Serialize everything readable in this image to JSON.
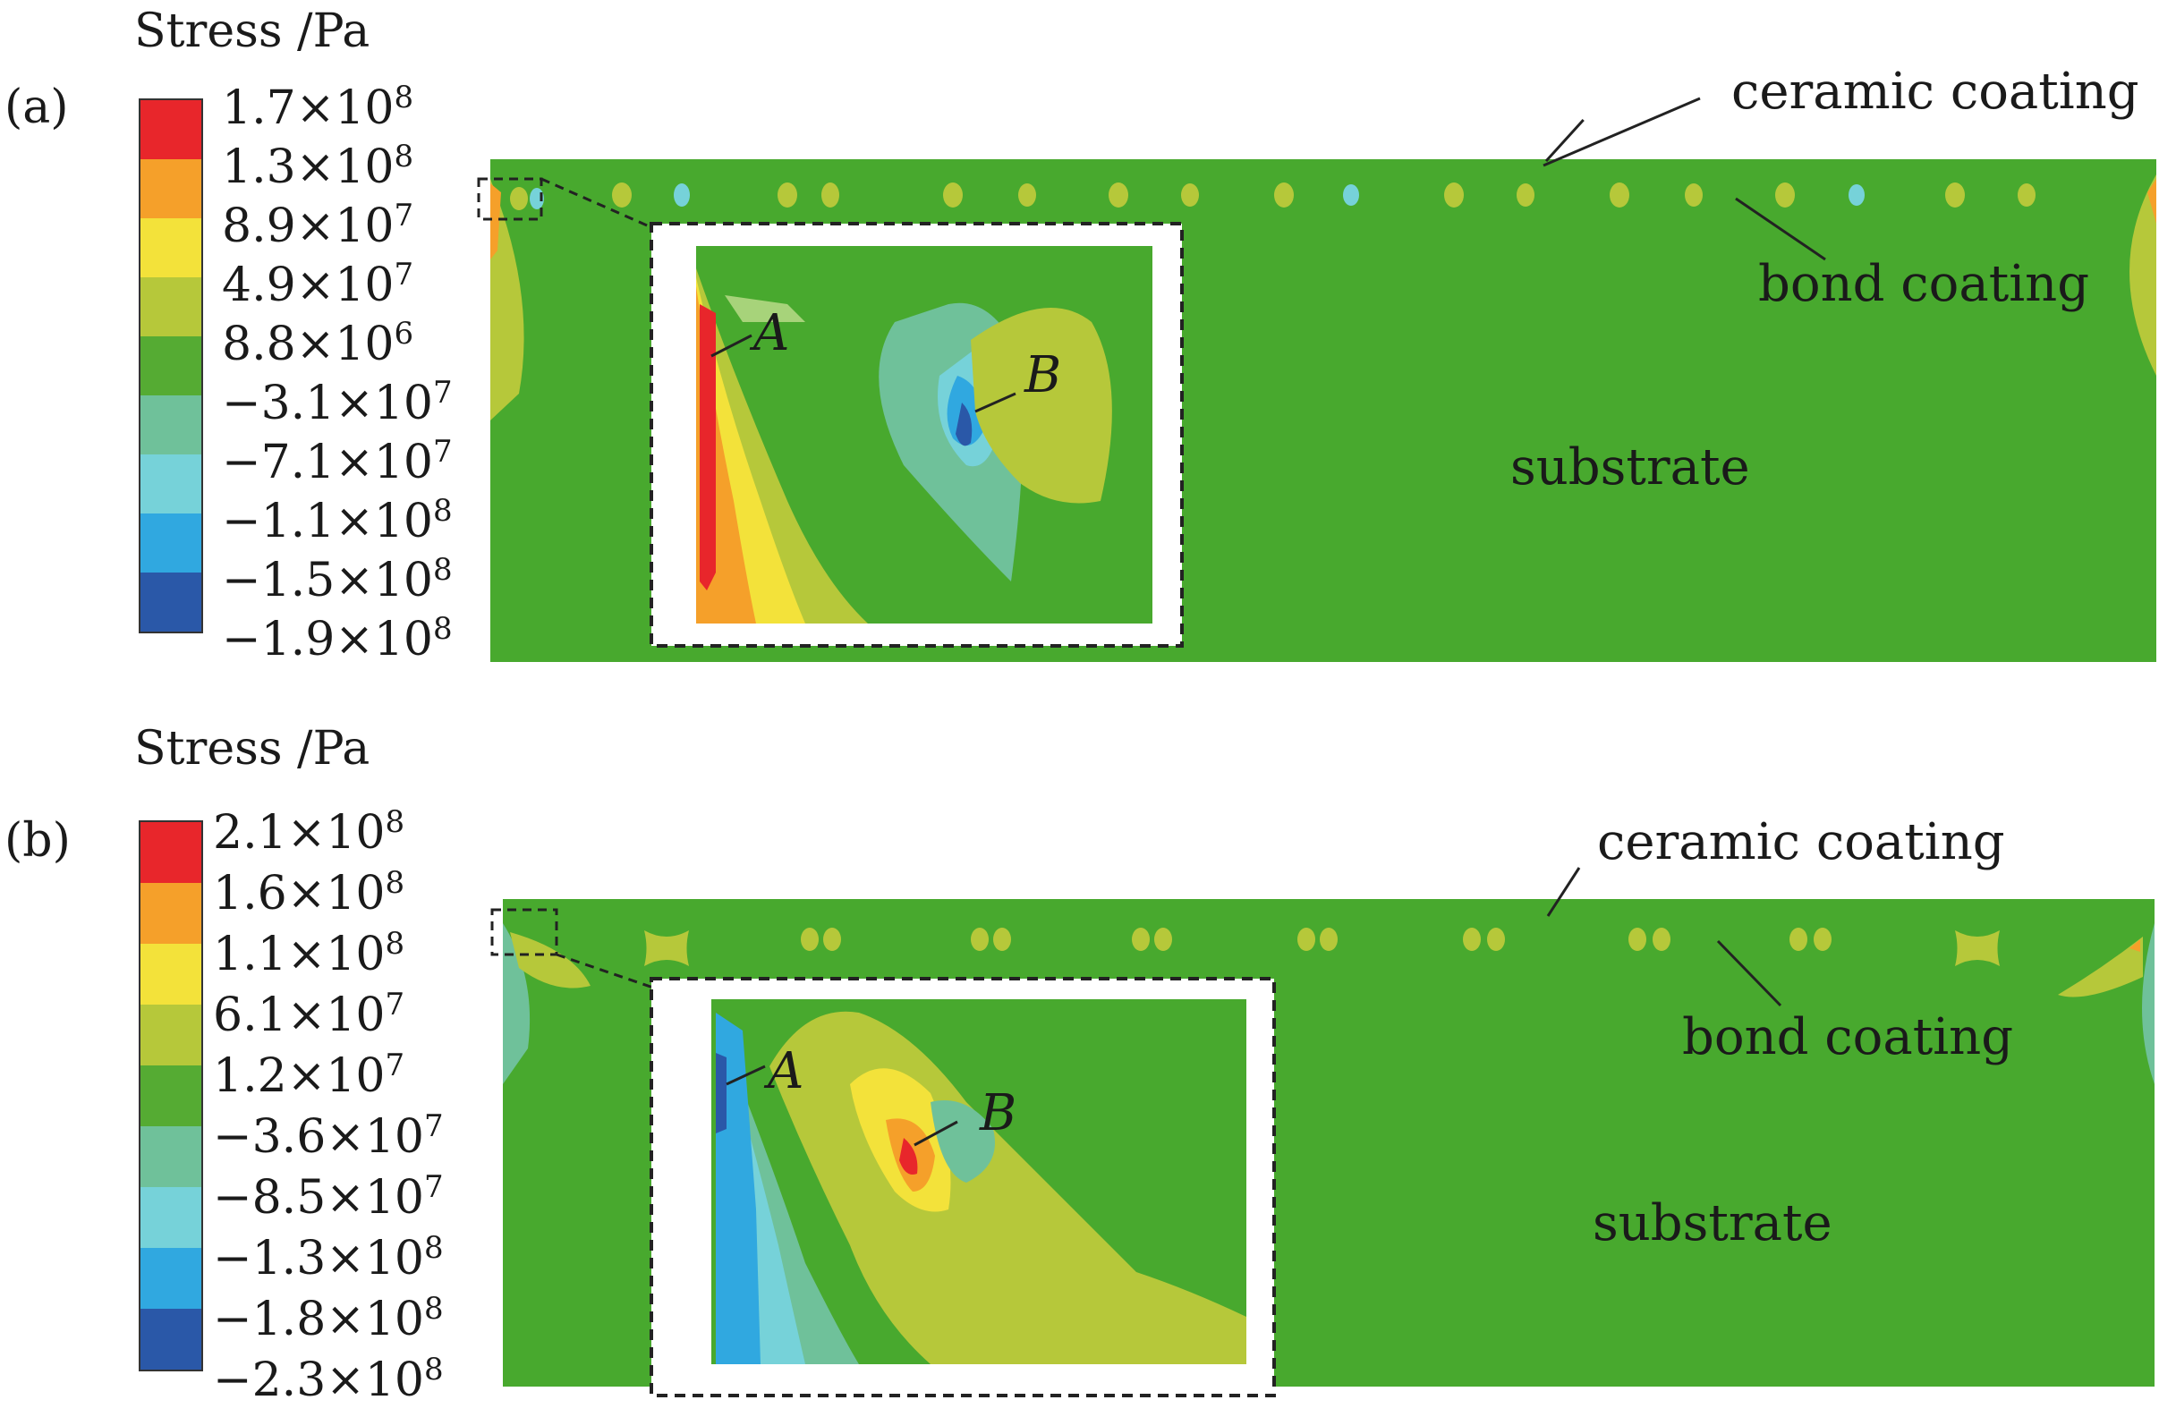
{
  "colors": {
    "substrate": "#48a92e",
    "scale": [
      "#e8262b",
      "#f5a02a",
      "#f3e23a",
      "#b6c83a",
      "#55ab33",
      "#6fc19a",
      "#76d2d9",
      "#30a8e0",
      "#2a58a8"
    ]
  },
  "panels": [
    {
      "label": "(a)",
      "legend_title": "Stress /Pa",
      "ticks": [
        {
          "m": "1.7",
          "e": "8",
          "neg": false
        },
        {
          "m": "1.3",
          "e": "8",
          "neg": false
        },
        {
          "m": "8.9",
          "e": "7",
          "neg": false
        },
        {
          "m": "4.9",
          "e": "7",
          "neg": false
        },
        {
          "m": "8.8",
          "e": "6",
          "neg": false
        },
        {
          "m": "3.1",
          "e": "7",
          "neg": true
        },
        {
          "m": "7.1",
          "e": "7",
          "neg": true
        },
        {
          "m": "1.1",
          "e": "8",
          "neg": true
        },
        {
          "m": "1.5",
          "e": "8",
          "neg": true
        },
        {
          "m": "1.9",
          "e": "8",
          "neg": true
        }
      ],
      "annotations": {
        "ceramic": "ceramic coating",
        "bond": "bond coating",
        "substrate": "substrate"
      },
      "inset": {
        "point_a": "A",
        "point_b": "B"
      }
    },
    {
      "label": "(b)",
      "legend_title": "Stress /Pa",
      "ticks": [
        {
          "m": "2.1",
          "e": "8",
          "neg": false
        },
        {
          "m": "1.6",
          "e": "8",
          "neg": false
        },
        {
          "m": "1.1",
          "e": "8",
          "neg": false
        },
        {
          "m": "6.1",
          "e": "7",
          "neg": false
        },
        {
          "m": "1.2",
          "e": "7",
          "neg": false
        },
        {
          "m": "3.6",
          "e": "7",
          "neg": true
        },
        {
          "m": "8.5",
          "e": "7",
          "neg": true
        },
        {
          "m": "1.3",
          "e": "8",
          "neg": true
        },
        {
          "m": "1.8",
          "e": "8",
          "neg": true
        },
        {
          "m": "2.3",
          "e": "8",
          "neg": true
        }
      ],
      "annotations": {
        "ceramic": "ceramic coating",
        "bond": "bond coating",
        "substrate": "substrate"
      },
      "inset": {
        "point_a": "A",
        "point_b": "B"
      }
    }
  ]
}
